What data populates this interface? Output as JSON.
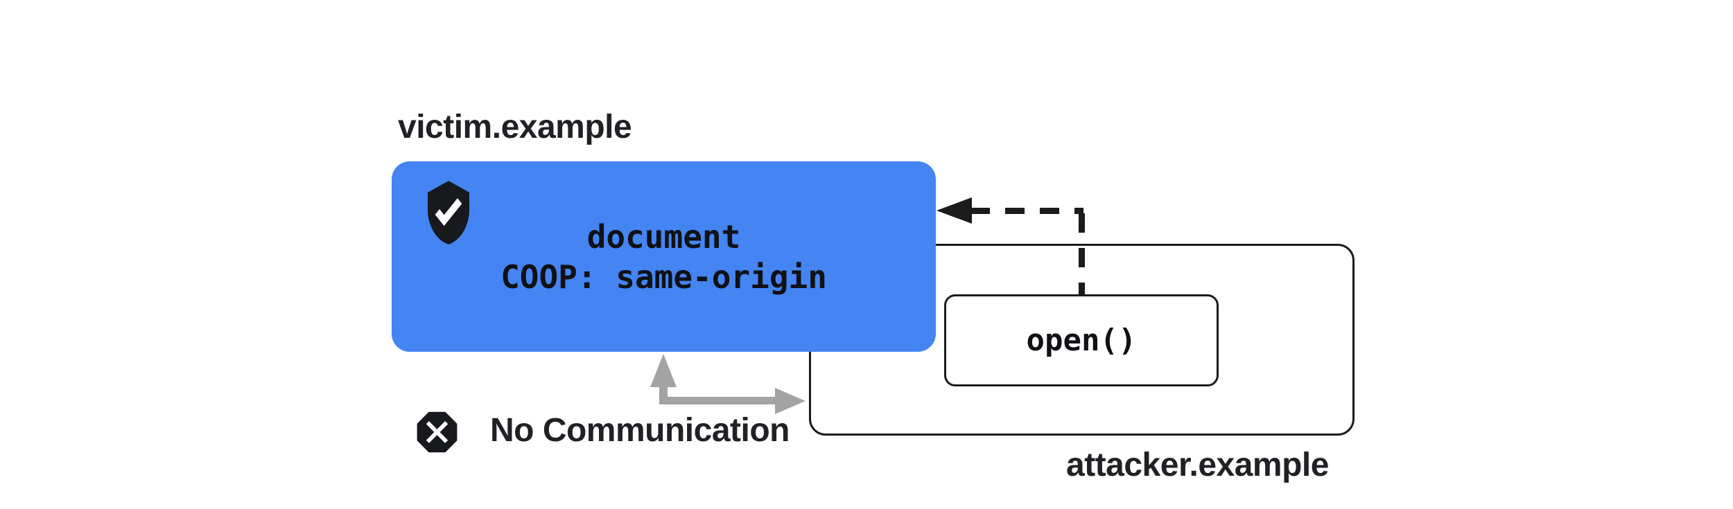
{
  "victim": {
    "domain_label": "victim.example",
    "document_line1": "document",
    "document_line2": "COOP: same-origin"
  },
  "attacker": {
    "domain_label": "attacker.example",
    "open_call_label": "open()"
  },
  "status": {
    "no_communication_label": "No Communication"
  },
  "icons": {
    "shield": "shield-check-icon",
    "blocked": "blocked-x-octagon-icon",
    "dashed_arrow": "open-call-arrow",
    "gray_arrow": "no-communication-arrow"
  },
  "colors": {
    "victim_box_fill": "#4484f3",
    "ink": "#202124",
    "ink_strong": "#1b1b1b",
    "icon_fill": "#17191d",
    "arrow_gray": "#a3a3a3",
    "background": "#ffffff"
  }
}
